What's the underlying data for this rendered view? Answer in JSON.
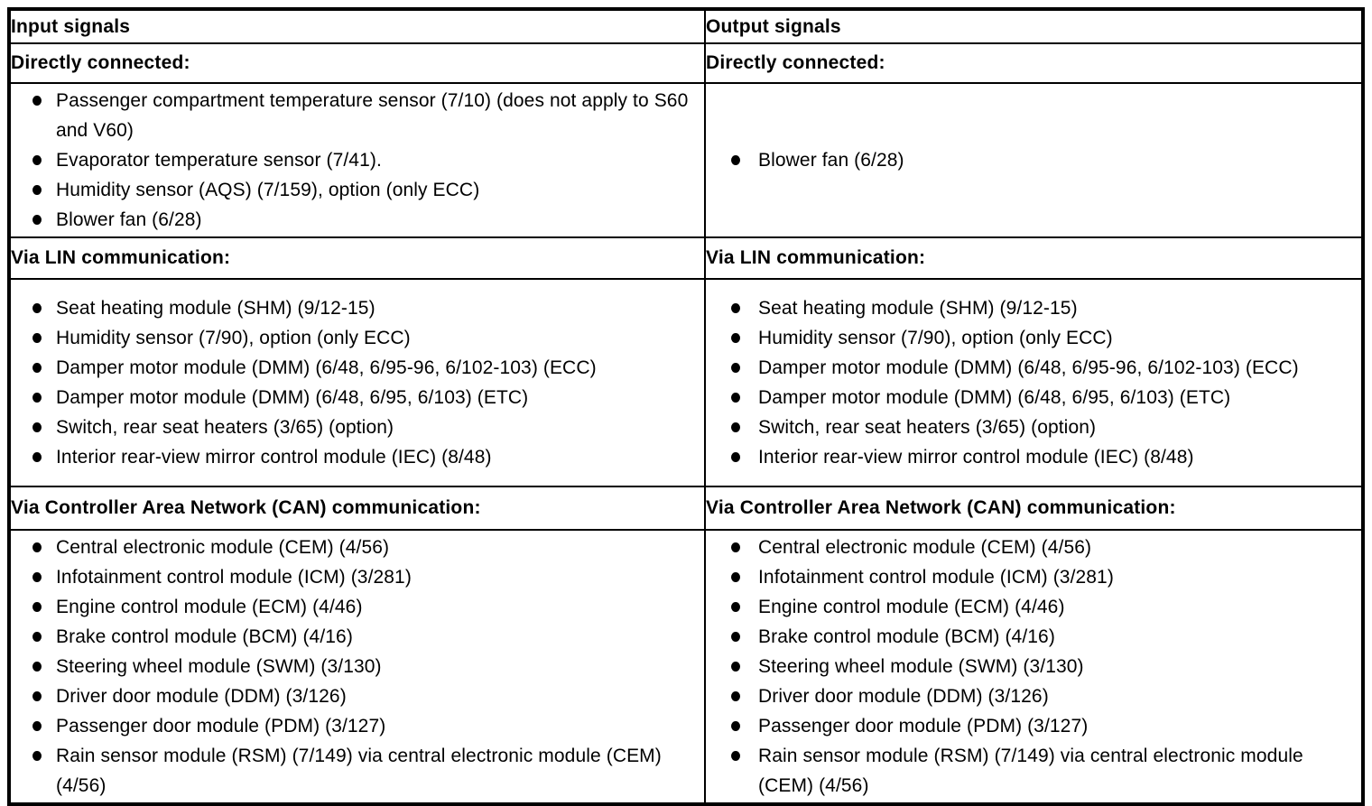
{
  "colors": {
    "background": "#ffffff",
    "text": "#000000",
    "border": "#000000"
  },
  "table": {
    "columns": [
      {
        "header": "Input signals",
        "sections": [
          {
            "title": "Directly connected:",
            "items": [
              "Passenger compartment temperature sensor (7/10) (does not apply to S60 and V60)",
              "Evaporator temperature sensor (7/41).",
              "Humidity sensor (AQS) (7/159), option (only ECC)",
              "Blower fan (6/28)"
            ]
          },
          {
            "title": "Via LIN communication:",
            "items": [
              "Seat heating module (SHM) (9/12-15)",
              "Humidity sensor (7/90), option (only ECC)",
              "Damper motor module (DMM) (6/48, 6/95-96, 6/102-103) (ECC)",
              "Damper motor module (DMM) (6/48, 6/95, 6/103) (ETC)",
              "Switch, rear seat heaters (3/65) (option)",
              "Interior rear-view mirror control module (IEC) (8/48)"
            ]
          },
          {
            "title": "Via Controller Area Network (CAN) communication:",
            "items": [
              "Central electronic module (CEM) (4/56)",
              "Infotainment control module (ICM) (3/281)",
              "Engine control module (ECM) (4/46)",
              "Brake control module (BCM) (4/16)",
              "Steering wheel module (SWM) (3/130)",
              "Driver door module (DDM) (3/126)",
              "Passenger door module (PDM) (3/127)",
              "Rain sensor module (RSM) (7/149) via central electronic module (CEM) (4/56)"
            ]
          }
        ]
      },
      {
        "header": "Output signals",
        "sections": [
          {
            "title": "Directly connected:",
            "items": [
              "Blower fan (6/28)"
            ]
          },
          {
            "title": "Via LIN communication:",
            "items": [
              "Seat heating module (SHM) (9/12-15)",
              "Humidity sensor (7/90), option (only ECC)",
              "Damper motor module (DMM) (6/48, 6/95-96, 6/102-103) (ECC)",
              "Damper motor module (DMM) (6/48, 6/95, 6/103) (ETC)",
              "Switch, rear seat heaters (3/65) (option)",
              "Interior rear-view mirror control module (IEC) (8/48)"
            ]
          },
          {
            "title": "Via Controller Area Network (CAN) communication:",
            "items": [
              "Central electronic module (CEM) (4/56)",
              "Infotainment control module (ICM) (3/281)",
              "Engine control module (ECM) (4/46)",
              "Brake control module (BCM) (4/16)",
              "Steering wheel module (SWM) (3/130)",
              "Driver door module (DDM) (3/126)",
              "Passenger door module (PDM) (3/127)",
              "Rain sensor module (RSM) (7/149) via central electronic module (CEM) (4/56)"
            ]
          }
        ]
      }
    ]
  }
}
